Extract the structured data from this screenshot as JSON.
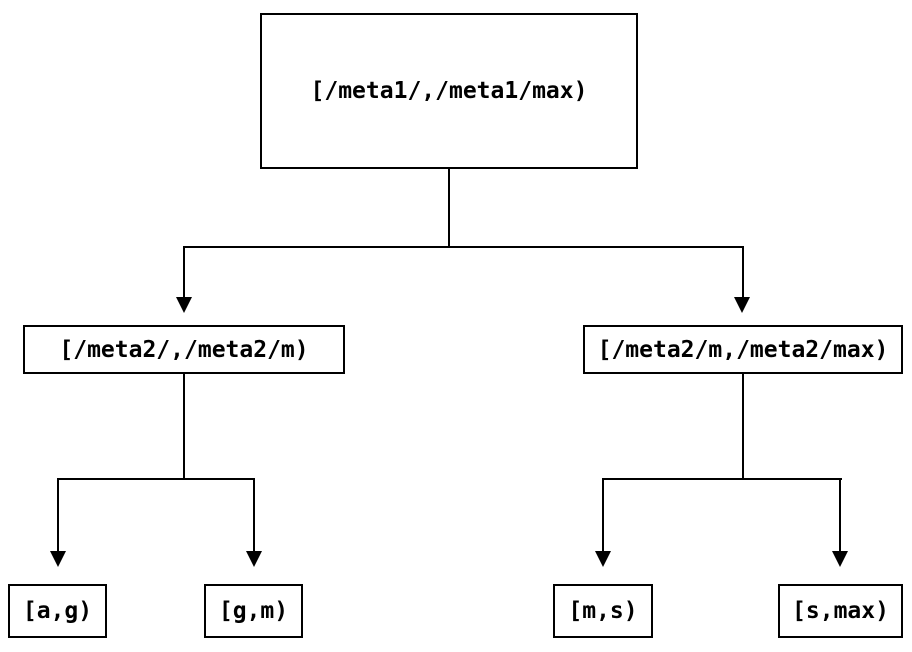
{
  "diagram": {
    "type": "tree",
    "nodes": {
      "root": {
        "label": "[/meta1/,/meta1/max)"
      },
      "mid_left": {
        "label": "[/meta2/,/meta2/m)"
      },
      "mid_right": {
        "label": "[/meta2/m,/meta2/max)"
      },
      "leaf_ag": {
        "label": "[a,g)"
      },
      "leaf_gm": {
        "label": "[g,m)"
      },
      "leaf_ms": {
        "label": "[m,s)"
      },
      "leaf_smax": {
        "label": "[s,max)"
      }
    },
    "edges": [
      {
        "from": "root",
        "to": "mid_left"
      },
      {
        "from": "root",
        "to": "mid_right"
      },
      {
        "from": "mid_left",
        "to": "leaf_ag"
      },
      {
        "from": "mid_left",
        "to": "leaf_gm"
      },
      {
        "from": "mid_right",
        "to": "leaf_ms"
      },
      {
        "from": "mid_right",
        "to": "leaf_smax"
      }
    ],
    "colors": {
      "line": "#000000",
      "text": "#000000",
      "background": "#ffffff"
    }
  }
}
